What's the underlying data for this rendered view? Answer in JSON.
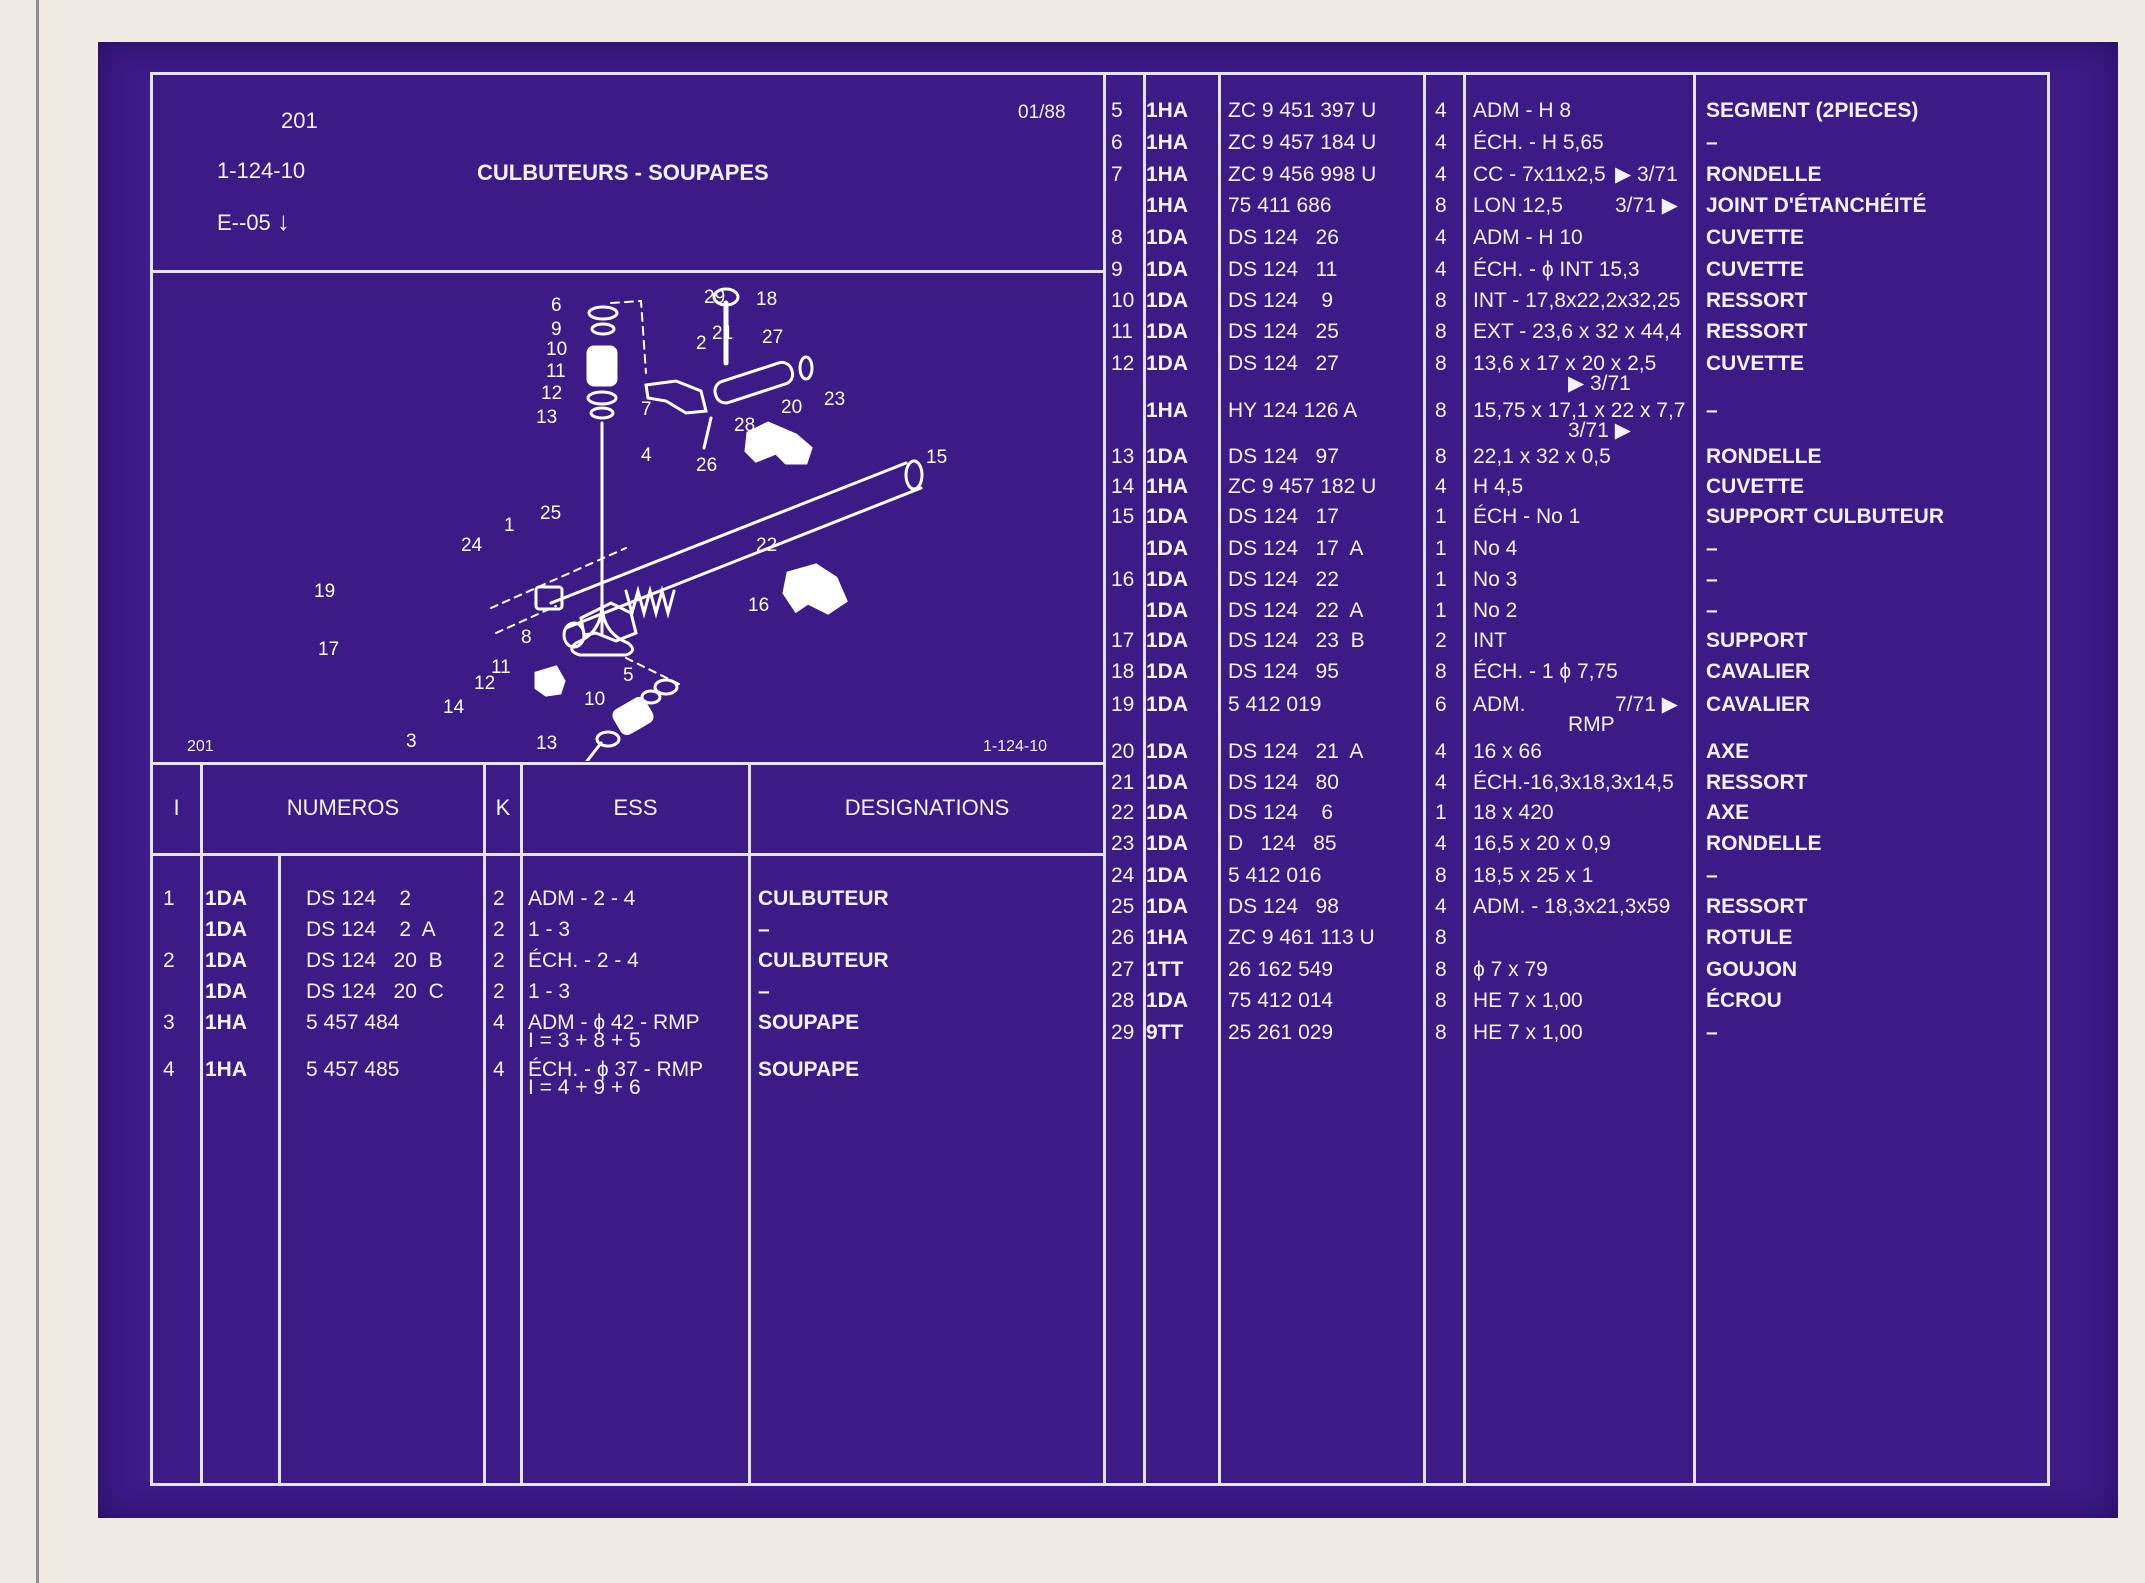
{
  "header": {
    "ref": "201",
    "group": "1-124-10",
    "variant": "E--05",
    "date": "01/88",
    "title": "CULBUTEURS - SOUPAPES"
  },
  "diagram": {
    "ref_left": "201",
    "ref_right": "1-124-10",
    "callouts": [
      "6",
      "9",
      "10",
      "11",
      "12",
      "13",
      "7",
      "4",
      "29",
      "18",
      "21",
      "27",
      "2",
      "20",
      "23",
      "28",
      "26",
      "15",
      "25",
      "24",
      "1",
      "22",
      "19",
      "16",
      "17",
      "8",
      "5",
      "11",
      "12",
      "10",
      "14",
      "13",
      "3"
    ]
  },
  "table_headers": {
    "index": "I",
    "numbers": "NUMEROS",
    "k": "K",
    "ess": "ESS",
    "designations": "DESIGNATIONS"
  },
  "left_rows": [
    {
      "i": "1",
      "code": "1DA",
      "num": "DS 124    2",
      "k": "2",
      "ess": "ADM - 2 - 4",
      "des": "CULBUTEUR"
    },
    {
      "i": "",
      "code": "1DA",
      "num": "DS 124    2  A",
      "k": "2",
      "ess": "1 - 3",
      "des": "–"
    },
    {
      "i": "2",
      "code": "1DA",
      "num": "DS 124   20  B",
      "k": "2",
      "ess": "ÉCH. - 2 - 4",
      "des": "CULBUTEUR"
    },
    {
      "i": "",
      "code": "1DA",
      "num": "DS 124   20  C",
      "k": "2",
      "ess": "1 - 3",
      "des": "–"
    },
    {
      "i": "3",
      "code": "1HA",
      "num": "5 457 484",
      "k": "4",
      "ess": "ADM - ϕ 42 - RMP",
      "ess2": "I = 3 + 8 + 5",
      "des": "SOUPAPE"
    },
    {
      "i": "4",
      "code": "1HA",
      "num": "5 457 485",
      "k": "4",
      "ess": "ÉCH. - ϕ 37 - RMP",
      "ess2": "I = 4 + 9 + 6",
      "des": "SOUPAPE"
    }
  ],
  "right_rows": [
    {
      "i": "5",
      "code": "1HA",
      "num": "ZC 9 451 397 U",
      "k": "4",
      "ess": "ADM - H 8",
      "des": "SEGMENT (2PIECES)"
    },
    {
      "i": "6",
      "code": "1HA",
      "num": "ZC 9 457 184 U",
      "k": "4",
      "ess": "ÉCH. - H 5,65",
      "des": "–"
    },
    {
      "i": "7",
      "code": "1HA",
      "num": "ZC 9 456 998 U",
      "k": "4",
      "ess": "CC - 7x11x2,5",
      "mark": "▶ 3/71",
      "des": "RONDELLE"
    },
    {
      "i": "",
      "code": "1HA",
      "num": "75 411 686",
      "k": "8",
      "ess": "LON 12,5",
      "mark": "3/71 ▶",
      "des": "JOINT D'ÉTANCHÉITÉ"
    },
    {
      "i": "8",
      "code": "1DA",
      "num": "DS 124   26",
      "k": "4",
      "ess": "ADM - H 10",
      "des": "CUVETTE"
    },
    {
      "i": "9",
      "code": "1DA",
      "num": "DS 124   11",
      "k": "4",
      "ess": "ÉCH. - ϕ  INT 15,3",
      "des": "CUVETTE"
    },
    {
      "i": "10",
      "code": "1DA",
      "num": "DS 124    9",
      "k": "8",
      "ess": "INT - 17,8x22,2x32,25",
      "des": "RESSORT"
    },
    {
      "i": "11",
      "code": "1DA",
      "num": "DS 124   25",
      "k": "8",
      "ess": "EXT - 23,6 x 32 x 44,4",
      "des": "RESSORT"
    },
    {
      "i": "12",
      "code": "1DA",
      "num": "DS 124   27",
      "k": "8",
      "ess": "13,6 x 17 x 20 x 2,5",
      "ess2": "▶ 3/71",
      "des": "CUVETTE"
    },
    {
      "i": "",
      "code": "1HA",
      "num": "HY 124 126 A",
      "k": "8",
      "ess": "15,75 x 17,1 x 22 x 7,7",
      "ess2": "3/71 ▶",
      "des": "–"
    },
    {
      "i": "13",
      "code": "1DA",
      "num": "DS 124   97",
      "k": "8",
      "ess": "22,1 x 32 x 0,5",
      "des": "RONDELLE"
    },
    {
      "i": "14",
      "code": "1HA",
      "num": "ZC 9 457 182 U",
      "k": "4",
      "ess": "H 4,5",
      "des": "CUVETTE"
    },
    {
      "i": "15",
      "code": "1DA",
      "num": "DS 124   17",
      "k": "1",
      "ess": "ÉCH - No 1",
      "des": "SUPPORT CULBUTEUR"
    },
    {
      "i": "",
      "code": "1DA",
      "num": "DS 124   17  A",
      "k": "1",
      "ess": "No 4",
      "des": "–"
    },
    {
      "i": "16",
      "code": "1DA",
      "num": "DS 124   22",
      "k": "1",
      "ess": "No 3",
      "des": "–"
    },
    {
      "i": "",
      "code": "1DA",
      "num": "DS 124   22  A",
      "k": "1",
      "ess": "No 2",
      "des": "–"
    },
    {
      "i": "17",
      "code": "1DA",
      "num": "DS 124   23  B",
      "k": "2",
      "ess": "INT",
      "des": "SUPPORT"
    },
    {
      "i": "18",
      "code": "1DA",
      "num": "DS 124   95",
      "k": "8",
      "ess": "ÉCH. - 1 ϕ 7,75",
      "des": "CAVALIER"
    },
    {
      "i": "19",
      "code": "1DA",
      "num": "5 412 019",
      "k": "6",
      "ess": "ADM.",
      "ess2": "RMP",
      "mark": "7/71 ▶",
      "des": "CAVALIER"
    },
    {
      "i": "20",
      "code": "1DA",
      "num": "DS 124   21  A",
      "k": "4",
      "ess": "16 x 66",
      "des": "AXE"
    },
    {
      "i": "21",
      "code": "1DA",
      "num": "DS 124   80",
      "k": "4",
      "ess": "ÉCH.-16,3x18,3x14,5",
      "des": "RESSORT"
    },
    {
      "i": "22",
      "code": "1DA",
      "num": "DS 124    6",
      "k": "1",
      "ess": "18 x 420",
      "des": "AXE"
    },
    {
      "i": "23",
      "code": "1DA",
      "num": "D   124   85",
      "k": "4",
      "ess": "16,5 x 20 x 0,9",
      "des": "RONDELLE"
    },
    {
      "i": "24",
      "code": "1DA",
      "num": "5 412 016",
      "k": "8",
      "ess": "18,5 x 25 x 1",
      "des": "–"
    },
    {
      "i": "25",
      "code": "1DA",
      "num": "DS 124   98",
      "k": "4",
      "ess": "ADM. - 18,3x21,3x59",
      "des": "RESSORT"
    },
    {
      "i": "26",
      "code": "1HA",
      "num": "ZC 9 461 113 U",
      "k": "8",
      "ess": "",
      "des": "ROTULE"
    },
    {
      "i": "27",
      "code": "1TT",
      "num": "26 162 549",
      "k": "8",
      "ess": "ϕ 7 x 79",
      "des": "GOUJON"
    },
    {
      "i": "28",
      "code": "1DA",
      "num": "75 412 014",
      "k": "8",
      "ess": "HE 7 x 1,00",
      "des": "ÉCROU"
    },
    {
      "i": "29",
      "code": "9TT",
      "num": "25 261 029",
      "k": "8",
      "ess": "HE 7 x 1,00",
      "des": "–"
    }
  ],
  "colors": {
    "sheet": "#3b1b86",
    "lines": "#e6e2f6",
    "text": "#f3f0ff",
    "paper": "#efece4"
  }
}
